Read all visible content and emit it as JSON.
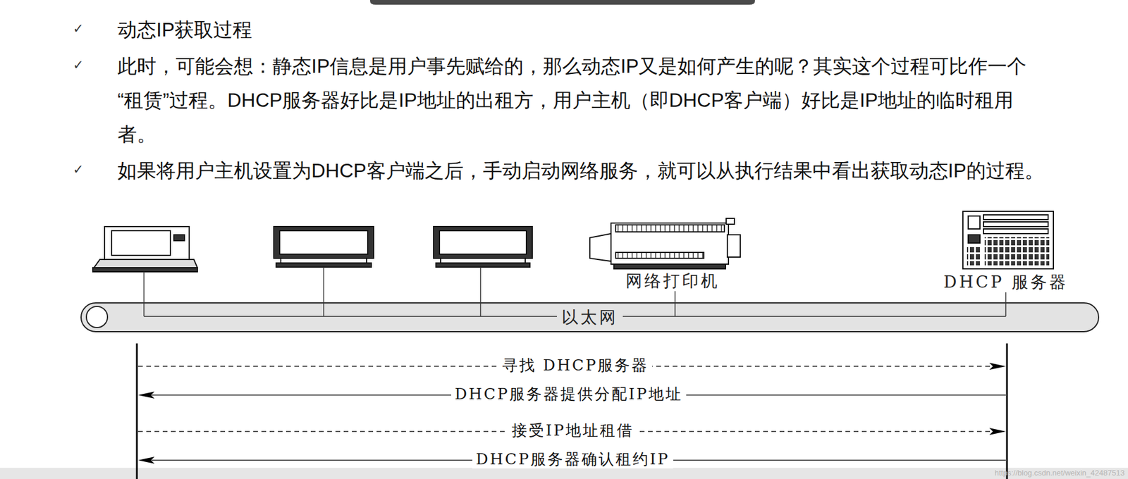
{
  "diagram": {
    "nodes": [
      {
        "text": [
          "网络打印机"
        ]
      },
      {
        "text": [
          "DHCP 服务器"
        ]
      },
      {
        "text": [
          "以太网"
        ]
      }
    ],
    "edges": [
      {
        "from": 0,
        "to": 2,
        "arrow": "none"
      },
      {
        "from": 1,
        "to": 2,
        "arrow": "none"
      }
    ],
    "labels": [
      "✓",
      "动态IP获取过程",
      "✓",
      "此时，可能会想：静态IP信息是用户事先赋给的，那么动态IP又是如何产生的呢？其实这个过程可比作一个“租赁”过程。DHCP服务器好比是IP地址的出租方，用户主机（即DHCP客户端）好比是IP地址的临时租用者。",
      "✓",
      "如果将用户主机设置为DHCP客户端之后，手动启动网络服务，就可以从执行结果中看出获取动态IP的过程。",
      "寻找 DHCP服务器",
      "DHCP服务器提供分配IP地址",
      "接受IP地址租借",
      "DHCP服务器确认租约IP",
      "https://blog.csdn.net/weixin_42487513"
    ]
  }
}
